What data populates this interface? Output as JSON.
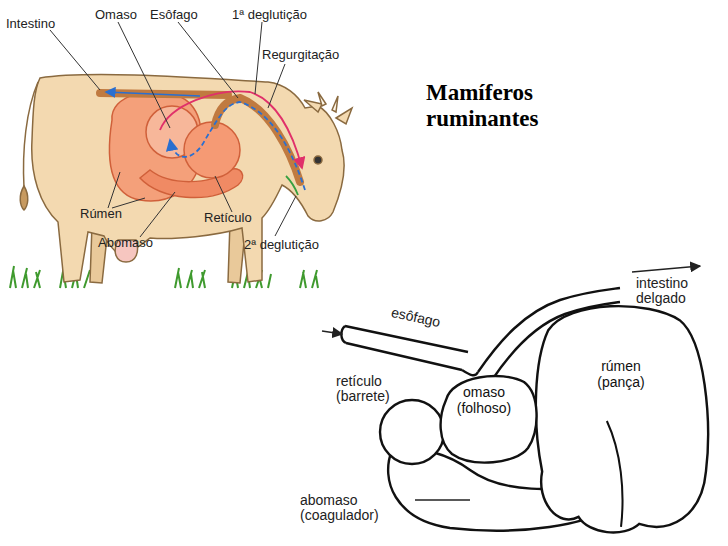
{
  "diagram": {
    "title": "Mamíferos ruminantes",
    "nodes": [
      {
        "text": [
          "rúmen (pança)"
        ]
      },
      {
        "text": [
          "omaso (folhoso)"
        ]
      }
    ],
    "labels": [
      "Intestino",
      "Omaso",
      "Esôfago",
      "1ª deglutição",
      "Regurgitação",
      "Rúmen",
      "Abomaso",
      "Retículo",
      "2ª deglutição",
      "intestino delgado",
      "esôfago",
      "retículo (barrete)",
      "abomaso (coagulador)"
    ]
  }
}
